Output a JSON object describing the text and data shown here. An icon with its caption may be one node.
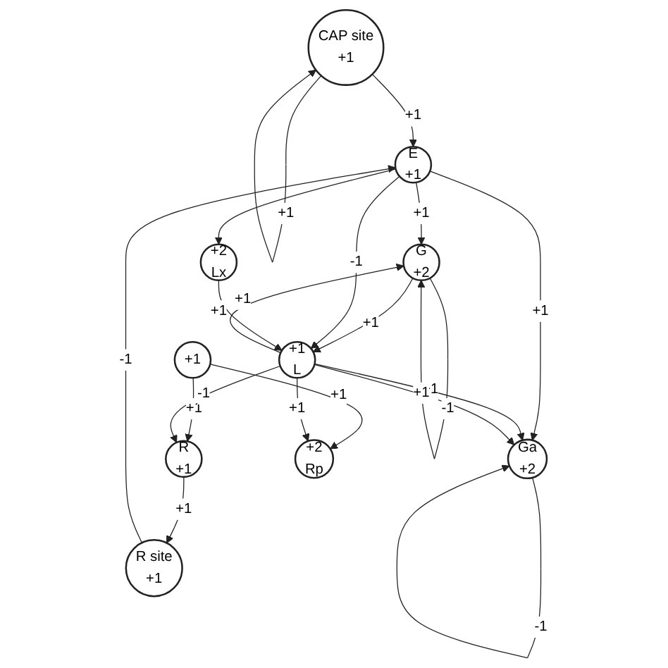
{
  "diagram": {
    "nodes": [
      {
        "text": [
          "CAP site",
          "+1"
        ]
      },
      {
        "text": [
          "E",
          "+1"
        ]
      },
      {
        "text": [
          "R site",
          "+1"
        ]
      },
      {
        "text": [
          "Ga",
          "+2"
        ]
      },
      {
        "text": [
          "G",
          "+2"
        ]
      },
      {
        "text": [
          "R",
          "+1"
        ]
      },
      {
        "text": [
          "+1"
        ]
      },
      {
        "text": [
          "+1",
          "L"
        ]
      },
      {
        "text": [
          "+2",
          "Lx"
        ]
      },
      {
        "text": [
          "+2",
          "Rp"
        ]
      }
    ],
    "edges": [
      {
        "from": 0,
        "to": 0,
        "arrow": "to",
        "label": "+1"
      },
      {
        "from": 0,
        "to": 1,
        "arrow": "to",
        "label": "+1"
      },
      {
        "from": 2,
        "to": 1,
        "arrow": "to",
        "label": "-1"
      },
      {
        "from": 5,
        "to": 2,
        "arrow": "to",
        "label": "+1"
      },
      {
        "from": 6,
        "to": 5,
        "arrow": "to",
        "label": "+1"
      },
      {
        "from": 6,
        "to": 9,
        "arrow": "to",
        "label": "+1"
      },
      {
        "from": 7,
        "to": 5,
        "arrow": "to",
        "label": "-1"
      },
      {
        "from": 7,
        "to": 9,
        "arrow": "to",
        "label": "+1"
      },
      {
        "from": 1,
        "to": 3,
        "arrow": "to",
        "label": "+1"
      },
      {
        "from": 1,
        "to": 4,
        "arrow": "to",
        "label": "+1"
      },
      {
        "from": 3,
        "to": 3,
        "arrow": "to",
        "label": "-1"
      },
      {
        "from": 4,
        "to": 4,
        "arrow": "to",
        "label": "-1"
      },
      {
        "from": 7,
        "to": 3,
        "arrow": "to",
        "label": "+1"
      },
      {
        "from": 7,
        "to": 3,
        "arrow": "to",
        "label": "+1"
      },
      {
        "from": 4,
        "to": 7,
        "arrow": "to",
        "label": "+1"
      },
      {
        "from": 7,
        "to": 4,
        "arrow": "to",
        "label": "+1"
      },
      {
        "from": 1,
        "to": 7,
        "arrow": "to",
        "label": "-1"
      },
      {
        "from": 1,
        "to": 8,
        "arrow": "to"
      },
      {
        "from": 8,
        "to": 7,
        "arrow": "to",
        "label": "+1"
      }
    ]
  }
}
